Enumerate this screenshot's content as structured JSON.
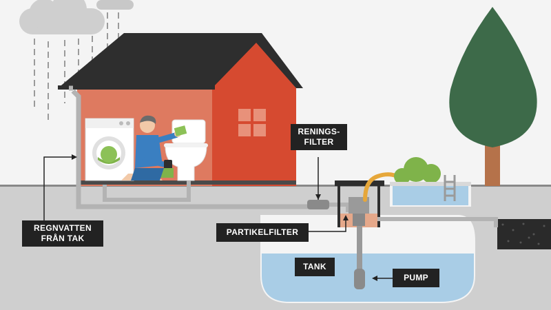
{
  "labels": {
    "regnvatten": {
      "line1": "REGNVATTEN",
      "line2": "FRÅN TAK"
    },
    "reningsfilter": {
      "line1": "RENINGS-",
      "line2": "FILTER"
    },
    "partikelfilter": "PARTIKELFILTER",
    "tank": "TANK",
    "pump": "PUMP"
  },
  "colors": {
    "house_wall": "#d64a30",
    "house_wall_shade": "#de7a60",
    "roof": "#2e2e2e",
    "ground": "#cfcfcf",
    "water": "#a9cde6",
    "tree_crown": "#3d6a49",
    "tree_trunk": "#b5724a",
    "pipe": "#b3b3b3",
    "label_bg": "#222222",
    "label_text": "#ffffff"
  },
  "icons": {
    "cloud": "cloud-icon",
    "rain": "rain-icon",
    "washing_machine": "washing-machine-icon",
    "toilet": "toilet-icon",
    "person": "person-cleaning-icon",
    "tree": "tree-icon",
    "pool": "pool-icon",
    "bush": "bush-icon"
  }
}
